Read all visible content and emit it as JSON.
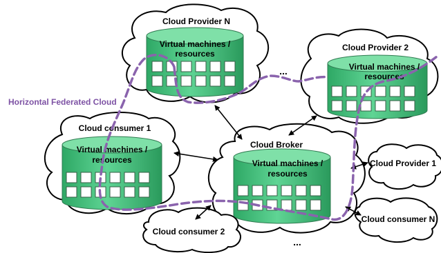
{
  "federation_label": "Horizontal Federated Cloud",
  "cylinder_label_line1": "Virtual machines /",
  "cylinder_label_line2": "resources",
  "nodes": {
    "provider_n": "Cloud Provider N",
    "provider_2": "Cloud Provider 2",
    "consumer_1": "Cloud consumer 1",
    "broker": "Cloud Broker",
    "provider_1": "Cloud Provider 1",
    "consumer_2": "Cloud consumer 2",
    "consumer_n": "Cloud consumer N"
  },
  "ellipsis_top": "...",
  "ellipsis_bottom": "...",
  "colors": {
    "cylinder_fill": "#3dbd79",
    "cylinder_top": "#7fe0a8",
    "federation_dash": "#8a63ad",
    "federation_text": "#7d52a4"
  }
}
